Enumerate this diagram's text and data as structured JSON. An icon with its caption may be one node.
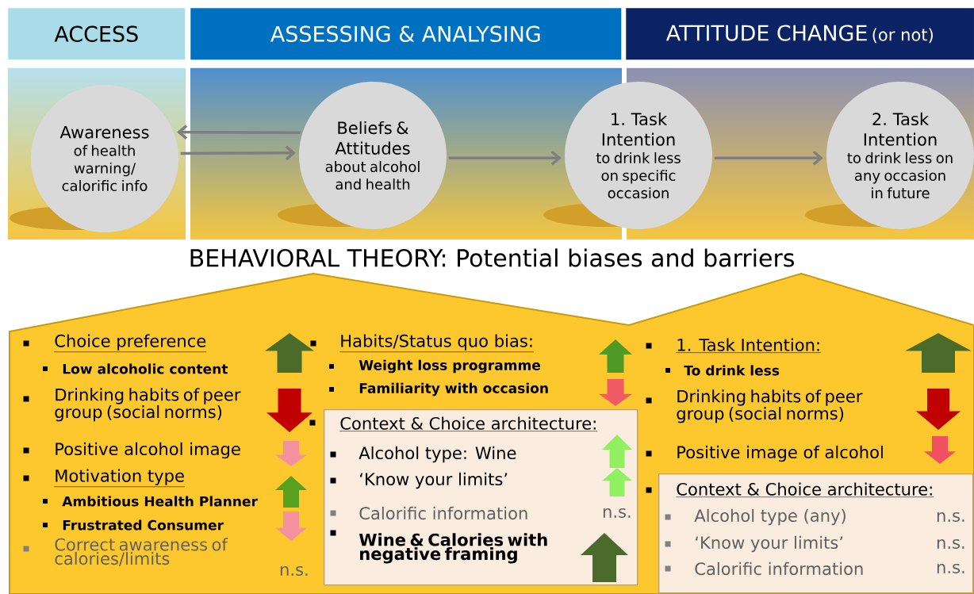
{
  "diagram": {
    "title": "BEHAVIORAL THEORY: Potential biases and barriers",
    "nodes": [
      {
        "text": [
          "ACCESS"
        ]
      },
      {
        "text": [
          "ASSESSING & ANALYSING"
        ]
      },
      {
        "text": [
          "ATTITUDE CHANGE",
          "(or not)"
        ]
      },
      {
        "text": [
          "Awareness",
          "of health warning/ calorific info"
        ]
      },
      {
        "text": [
          "Beliefs & Attitudes",
          "about alcohol and health"
        ]
      },
      {
        "text": [
          "1. Task Intention",
          "to drink less on specific occasion"
        ]
      },
      {
        "text": [
          "2. Task Intention",
          "to drink less on any occasion in future"
        ]
      },
      {
        "text": [
          "Context & Choice architecture:",
          "Alcohol type: Wine",
          "‘Know your limits’",
          "Calorific information",
          "n.s.",
          "Wine & Calories with negative framing"
        ]
      },
      {
        "text": [
          "Context & Choice architecture:",
          "Alcohol type (any)",
          "n.s.",
          "‘Know your limits’",
          "n.s.",
          "Calorific information",
          "n.s."
        ]
      }
    ],
    "edges": [
      {
        "from": 4,
        "to": 3,
        "arrow": "to"
      },
      {
        "from": 3,
        "to": 4,
        "arrow": "to"
      },
      {
        "from": 4,
        "to": 5,
        "arrow": "to"
      },
      {
        "from": 5,
        "to": 6,
        "arrow": "to"
      }
    ],
    "labels": [
      "Choice preference",
      "Low alcoholic content",
      "Drinking habits of peer group (social norms)",
      "Positive alcohol image",
      "Motivation type",
      "Ambitious Health Planner",
      "Frustrated Consumer",
      "Correct awareness of calories/limits",
      "n.s.",
      "Habits/Status quo bias:",
      "Weight loss programme",
      "Familiarity with occasion",
      "1. Task Intention:",
      "To drink less",
      "Drinking habits of peer group (social norms)",
      "Positive image of alcohol"
    ]
  }
}
